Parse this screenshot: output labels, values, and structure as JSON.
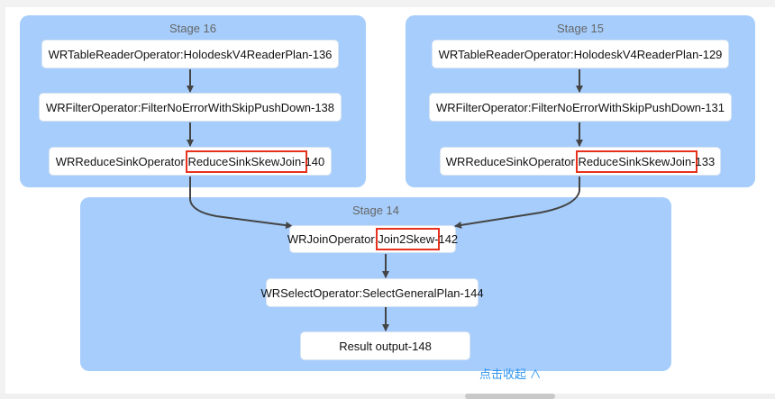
{
  "stages": [
    {
      "title": "Stage 16",
      "nodes": [
        {
          "label": "WRTableReaderOperator:HolodeskV4ReaderPlan-136"
        },
        {
          "label": "WRFilterOperator:FilterNoErrorWithSkipPushDown-138"
        },
        {
          "pre": "WRReduceSinkOperator:",
          "hl": "ReduceSinkSkewJoin-",
          "post": "140"
        }
      ]
    },
    {
      "title": "Stage 15",
      "nodes": [
        {
          "label": "WRTableReaderOperator:HolodeskV4ReaderPlan-129"
        },
        {
          "label": "WRFilterOperator:FilterNoErrorWithSkipPushDown-131"
        },
        {
          "pre": "WRReduceSinkOperator:",
          "hl": "ReduceSinkSkewJoin-",
          "post": "133"
        }
      ]
    },
    {
      "title": "Stage 14",
      "nodes": [
        {
          "pre": "WRJoinOperator:",
          "hl": "Join2Skew-",
          "post": "142"
        },
        {
          "label": "WRSelectOperator:SelectGeneralPlan-144"
        },
        {
          "label": "Result output-148"
        }
      ]
    }
  ],
  "toggle_label": "点击收起 ∧",
  "colors": {
    "stage_bg": "#a6cdfb",
    "highlight": "#e8311c",
    "link": "#2f95f0"
  }
}
